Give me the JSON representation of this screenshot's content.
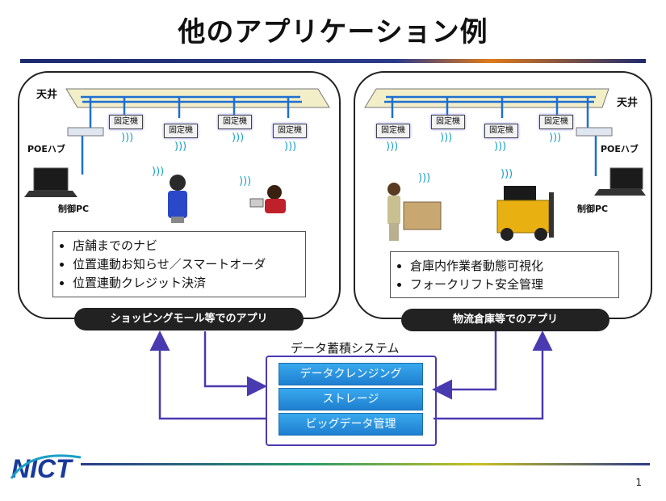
{
  "title": "他のアプリケーション例",
  "left_panel": {
    "ceiling": "天井",
    "hub": "POEハブ",
    "pc": "制御PC",
    "fixed": [
      "固定機",
      "固定機",
      "固定機",
      "固定機"
    ],
    "bullets": [
      "店舗までのナビ",
      "位置連動お知らせ／スマートオーダ",
      "位置連動クレジット決済"
    ],
    "caption": "ショッピングモール等でのアプリ"
  },
  "right_panel": {
    "ceiling": "天井",
    "hub": "POEハブ",
    "pc": "制御PC",
    "fixed": [
      "固定機",
      "固定機",
      "固定機",
      "固定機"
    ],
    "bullets": [
      "倉庫内作業者動態可視化",
      "フォークリフト安全管理"
    ],
    "caption": "物流倉庫等でのアプリ"
  },
  "storage": {
    "title": "データ蓄積システム",
    "items": [
      "データクレンジング",
      "ストレージ",
      "ビッグデータ管理"
    ]
  },
  "footer": {
    "logo": "NICT",
    "page": "1"
  },
  "colors": {
    "accent": "#1e7fd0",
    "arrow": "#4a3ab0",
    "ceiling": "#f2eec8"
  }
}
